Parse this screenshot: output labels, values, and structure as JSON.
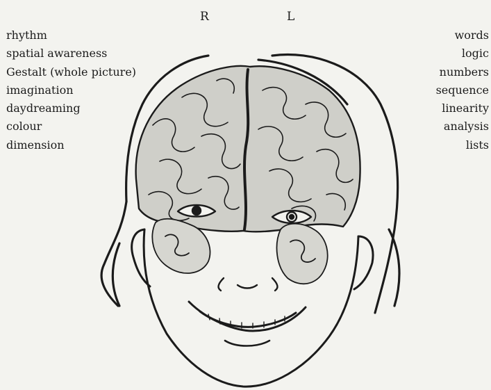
{
  "hemisphere_labels": {
    "right": "R",
    "left": "L"
  },
  "right_brain_traits": [
    "rhythm",
    "spatial awareness",
    "Gestalt (whole picture)",
    "imagination",
    "daydreaming",
    "colour",
    "dimension"
  ],
  "left_brain_traits": [
    "words",
    "logic",
    "numbers",
    "sequence",
    "linearity",
    "analysis",
    "lists"
  ],
  "colors": {
    "background": "#f3f3ef",
    "ink": "#1b1b1b"
  },
  "illustration": "face-with-exposed-brain-drawing"
}
